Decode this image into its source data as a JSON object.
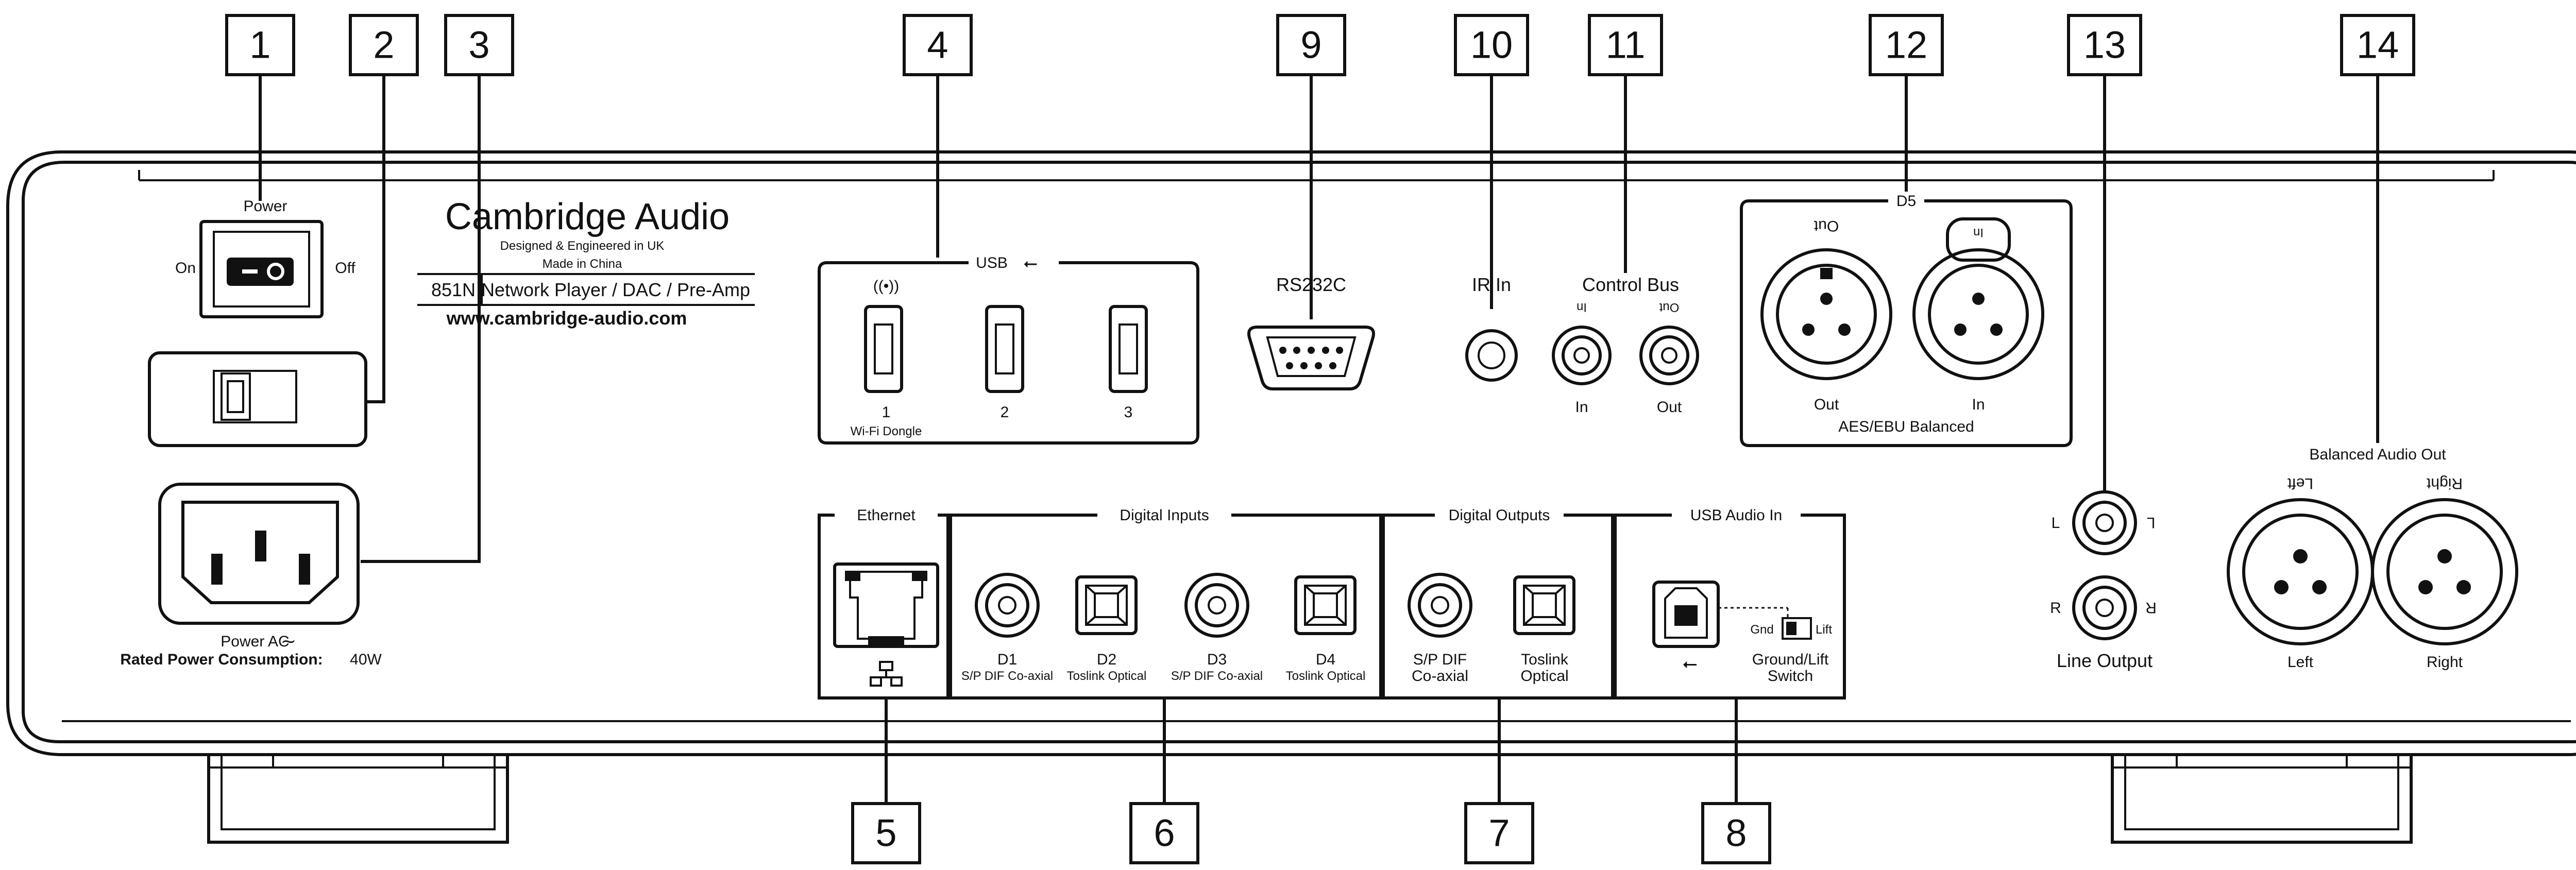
{
  "callouts": [
    "1",
    "2",
    "3",
    "4",
    "5",
    "6",
    "7",
    "8",
    "9",
    "10",
    "11",
    "12",
    "13",
    "14"
  ],
  "branding": {
    "logo": "Cambridge Audio",
    "line1": "Designed & Engineered in UK",
    "line2": "Made in China",
    "model_num": "851N",
    "model_desc": "Network Player / DAC / Pre-Amp",
    "url": "www.cambridge-audio.com"
  },
  "power": {
    "title": "Power",
    "on": "On",
    "off": "Off",
    "ac_label": "Power AC",
    "consumption_label": "Rated Power Consumption:",
    "consumption_value": "40W"
  },
  "usb": {
    "title": "USB",
    "ports": [
      {
        "num": "1",
        "sub": "Wi-Fi Dongle"
      },
      {
        "num": "2",
        "sub": ""
      },
      {
        "num": "3",
        "sub": ""
      }
    ]
  },
  "rs232": "RS232C",
  "ir_in": "IR In",
  "control_bus": {
    "title": "Control Bus",
    "in": "In",
    "out": "Out"
  },
  "d5": {
    "title": "D5",
    "out": "Out",
    "in": "In",
    "caption": "AES/EBU Balanced"
  },
  "ethernet": "Ethernet",
  "digital_inputs": {
    "title": "Digital Inputs",
    "items": [
      {
        "name": "D1",
        "sub": "S/P DIF Co-axial"
      },
      {
        "name": "D2",
        "sub": "Toslink Optical"
      },
      {
        "name": "D3",
        "sub": "S/P DIF Co-axial"
      },
      {
        "name": "D4",
        "sub": "Toslink Optical"
      }
    ]
  },
  "digital_outputs": {
    "title": "Digital Outputs",
    "coax_1": "S/P DIF",
    "coax_2": "Co-axial",
    "opt_1": "Toslink",
    "opt_2": "Optical"
  },
  "usb_audio": {
    "title": "USB Audio In",
    "gnd": "Gnd",
    "lift": "Lift",
    "switch_1": "Ground/Lift",
    "switch_2": "Switch"
  },
  "line_output": {
    "title": "Line Output",
    "l": "L",
    "r": "R"
  },
  "balanced_out": {
    "title": "Balanced Audio Out",
    "left": "Left",
    "right": "Right"
  }
}
